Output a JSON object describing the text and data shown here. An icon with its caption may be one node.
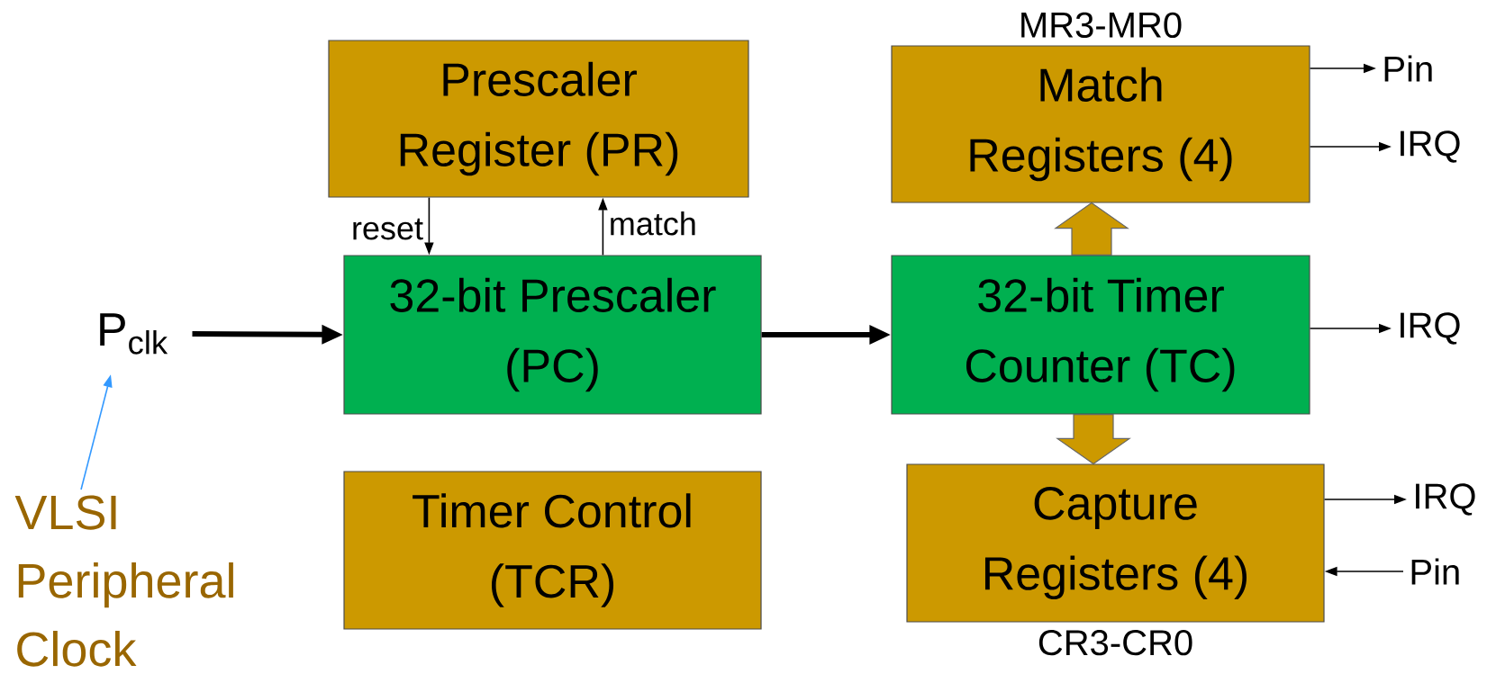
{
  "diagram": {
    "nodes": [
      {
        "text": [
          "Prescaler Register (PR)"
        ]
      },
      {
        "text": [
          "Match Registers (4)"
        ],
        "beside": [
          "MR3-MR0"
        ]
      },
      {
        "text": [
          "P$_{clk}$"
        ]
      },
      {
        "text": [
          "32-bit Prescaler (PC)"
        ]
      },
      {
        "text": [
          "32-bit Timer Counter (TC)"
        ]
      },
      {
        "text": [
          "Timer Control (TCR)"
        ]
      },
      {
        "text": [
          "Capture Registers (4)"
        ],
        "beside": [
          "CR3-CR0"
        ]
      },
      {
        "text": [
          "Pin"
        ]
      },
      {
        "text": [
          "IRQ"
        ]
      },
      {
        "text": [
          "IRQ"
        ]
      },
      {
        "text": [
          "IRQ"
        ]
      },
      {
        "text": [
          "Pin"
        ]
      },
      {
        "text": [
          "VLSI Peripheral Clock"
        ]
      }
    ],
    "edges": [
      {
        "from": 2,
        "to": 3,
        "arrow": "to",
        "style": "thick"
      },
      {
        "from": 3,
        "to": 4,
        "arrow": "to",
        "style": "thick"
      },
      {
        "from": 0,
        "to": 3,
        "arrow": "to",
        "label": "reset"
      },
      {
        "from": 3,
        "to": 0,
        "arrow": "to",
        "label": "match"
      },
      {
        "from": 4,
        "to": 1,
        "arrow": "to",
        "style": "thick",
        "color": "#cc9900"
      },
      {
        "from": 4,
        "to": 6,
        "arrow": "to",
        "style": "thick",
        "color": "#cc9900"
      },
      {
        "from": 1,
        "to": 7,
        "arrow": "to"
      },
      {
        "from": 1,
        "to": 8,
        "arrow": "to"
      },
      {
        "from": 4,
        "to": 9,
        "arrow": "to"
      },
      {
        "from": 6,
        "to": 10,
        "arrow": "to"
      },
      {
        "from": 11,
        "to": 6,
        "arrow": "to"
      },
      {
        "from": 12,
        "to": 2,
        "arrow": "to",
        "color": "#3399ff"
      }
    ]
  }
}
